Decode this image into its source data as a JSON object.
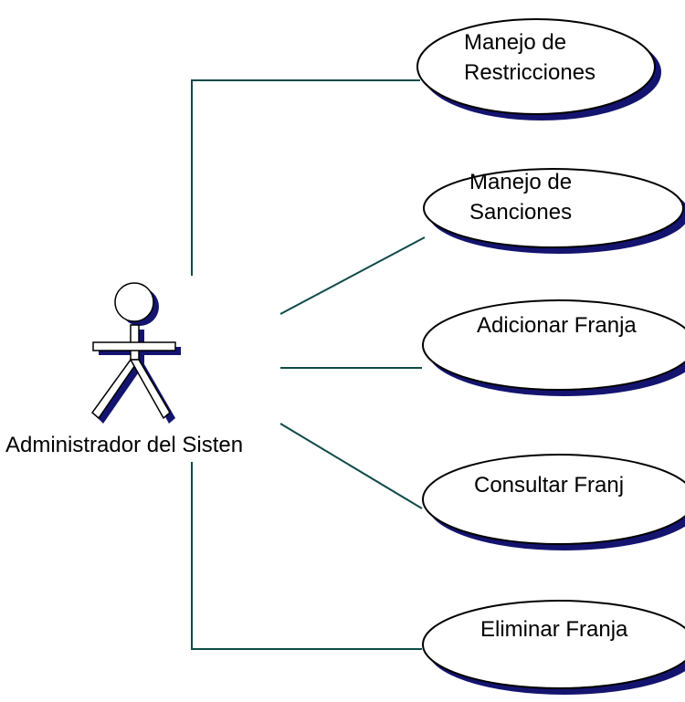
{
  "actor": {
    "label": "Administrador del Sisten"
  },
  "use_cases": [
    {
      "id": "manejo-restricciones",
      "lines": [
        "Manejo de",
        "Restricciones"
      ]
    },
    {
      "id": "manejo-sanciones",
      "lines": [
        "Manejo de",
        "Sanciones"
      ]
    },
    {
      "id": "adicionar-franja",
      "lines": [
        "Adicionar Franja"
      ]
    },
    {
      "id": "consultar-franja",
      "lines": [
        "Consultar Franj"
      ]
    },
    {
      "id": "eliminar-franja",
      "lines": [
        "Eliminar Franja"
      ]
    }
  ],
  "colors": {
    "connector": "#0e4a48",
    "shadow": "#141470",
    "outline": "#000000",
    "fill": "#ffffff"
  }
}
